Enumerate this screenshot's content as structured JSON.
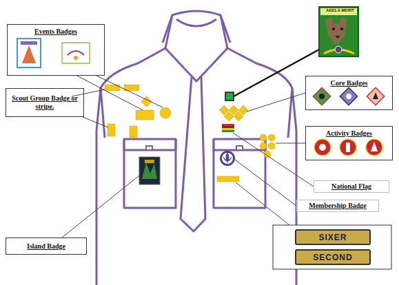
{
  "diagram": {
    "nodes": [
      {
        "text": [
          "Events Badges"
        ]
      },
      {
        "text": [
          "AKELA MERIT"
        ]
      },
      {
        "text": [
          "Scout Group Badge or stripe."
        ]
      },
      {
        "text": [
          "Core Badges"
        ]
      },
      {
        "text": [
          "Activity Badges"
        ]
      },
      {
        "text": [
          "National Flag"
        ]
      },
      {
        "text": [
          "Membership Badge"
        ]
      },
      {
        "text": [
          "Island Badge"
        ]
      },
      {
        "text": [
          "SIXER"
        ]
      },
      {
        "text": [
          "SECOND"
        ]
      }
    ]
  }
}
